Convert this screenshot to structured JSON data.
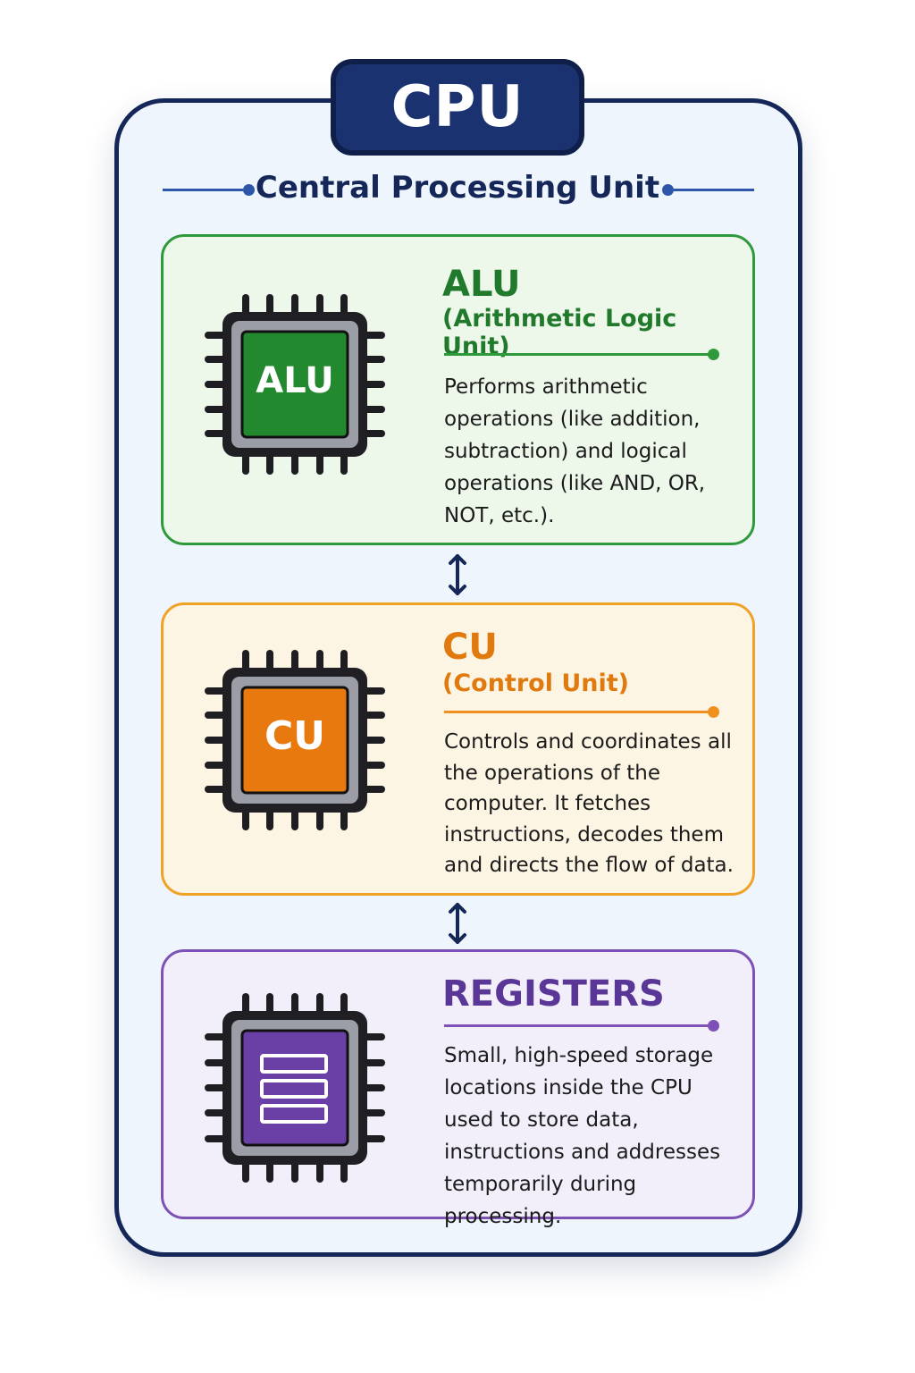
{
  "header": {
    "title": "CPU",
    "subtitle": "Central Processing Unit"
  },
  "components": [
    {
      "id": "alu",
      "chip_label": "ALU",
      "title": "ALU",
      "subtitle": "(Arithmetic Logic Unit)",
      "description": "Performs arithmetic operations (like addition, subtraction) and logical operations (like AND, OR, NOT, etc.).",
      "color": "#2f9a3c"
    },
    {
      "id": "cu",
      "chip_label": "CU",
      "title": "CU",
      "subtitle": "(Control Unit)",
      "description": "Controls and coordinates all the operations of the computer. It fetches instructions, decodes them and directs the flow of data.",
      "color": "#f0901f"
    },
    {
      "id": "registers",
      "chip_label": "",
      "title": "REGISTERS",
      "subtitle": "",
      "description": "Small, high-speed storage locations inside the CPU used to store data, instructions and addresses temporarily during processing.",
      "color": "#7e51b6"
    }
  ],
  "connectors": [
    {
      "icon": "double-arrow-vertical-icon"
    },
    {
      "icon": "double-arrow-vertical-icon"
    }
  ],
  "colors": {
    "navy": "#142758",
    "title_tab": "#1a3270",
    "alu": "#2f9a3c",
    "cu": "#f0901f",
    "registers": "#7e51b6",
    "panel_background": "#eef5fd"
  }
}
